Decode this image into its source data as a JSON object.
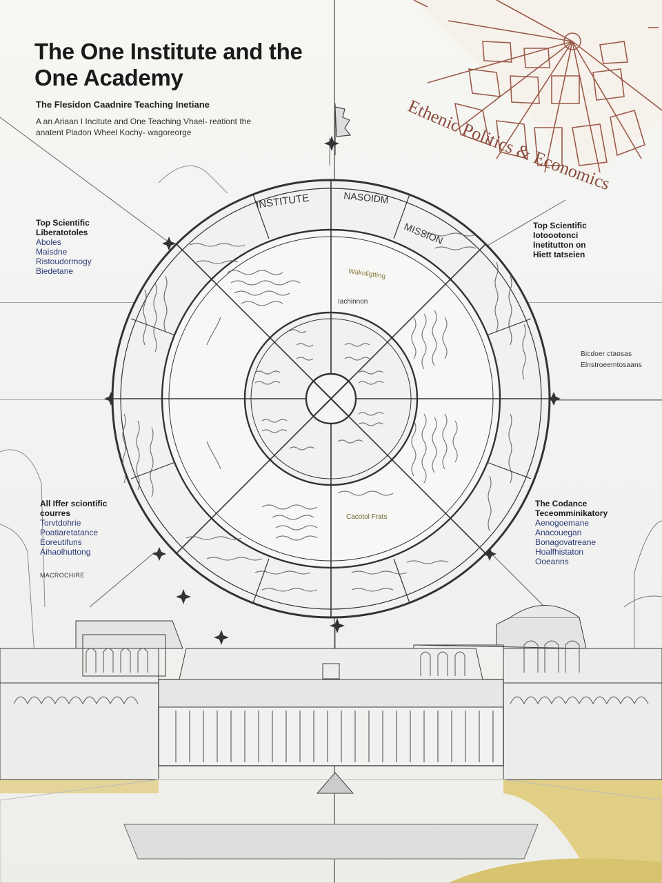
{
  "header": {
    "title": "The One Institute and the One Academy",
    "subtitle": "The Flesidon Caadnire Teaching Inetiane",
    "intro": "A an Ariaan I Incitute and One Teaching Vhael- reationt the anatent Pladon Wheel Kochy- wagoreorge"
  },
  "fan": {
    "label": "Ethenic Politics & Economics"
  },
  "left_top": {
    "heading": "Top Scientific\nLiberatotoles",
    "items": [
      "Aboles",
      "Maisdne",
      "Ristoudormogy",
      "Biedetane"
    ]
  },
  "left_bottom": {
    "heading": "All Iffer sciontific\ncourres",
    "items": [
      "Torvtdohrie",
      "Poatiaretatance",
      "Eoreutifuns",
      "Aihaolhuttong"
    ],
    "footnote": "MACROCHIRE"
  },
  "right_top": {
    "heading": "Top Scientific\nIotoootonci\nInetitutton on\nHiett tatseien",
    "items": []
  },
  "right_bottom": {
    "heading": "The Codance\nTeceomminikatory",
    "items": [
      "Aenogoemane",
      "Anacouegan",
      "Bonagovatreane",
      "Hoalfhistaton",
      "Ooeanns"
    ]
  },
  "side_note": {
    "line1": "Bicdoer ctaosas",
    "line2": "Elnstroeemtosaans"
  },
  "wheel": {
    "outer_labels": [
      "INSTITUTE",
      "NASOIDM",
      "MISSION"
    ],
    "inner_labels": [
      "Wakoligtting",
      "Iachinnon",
      "Cacotol Frats"
    ]
  }
}
